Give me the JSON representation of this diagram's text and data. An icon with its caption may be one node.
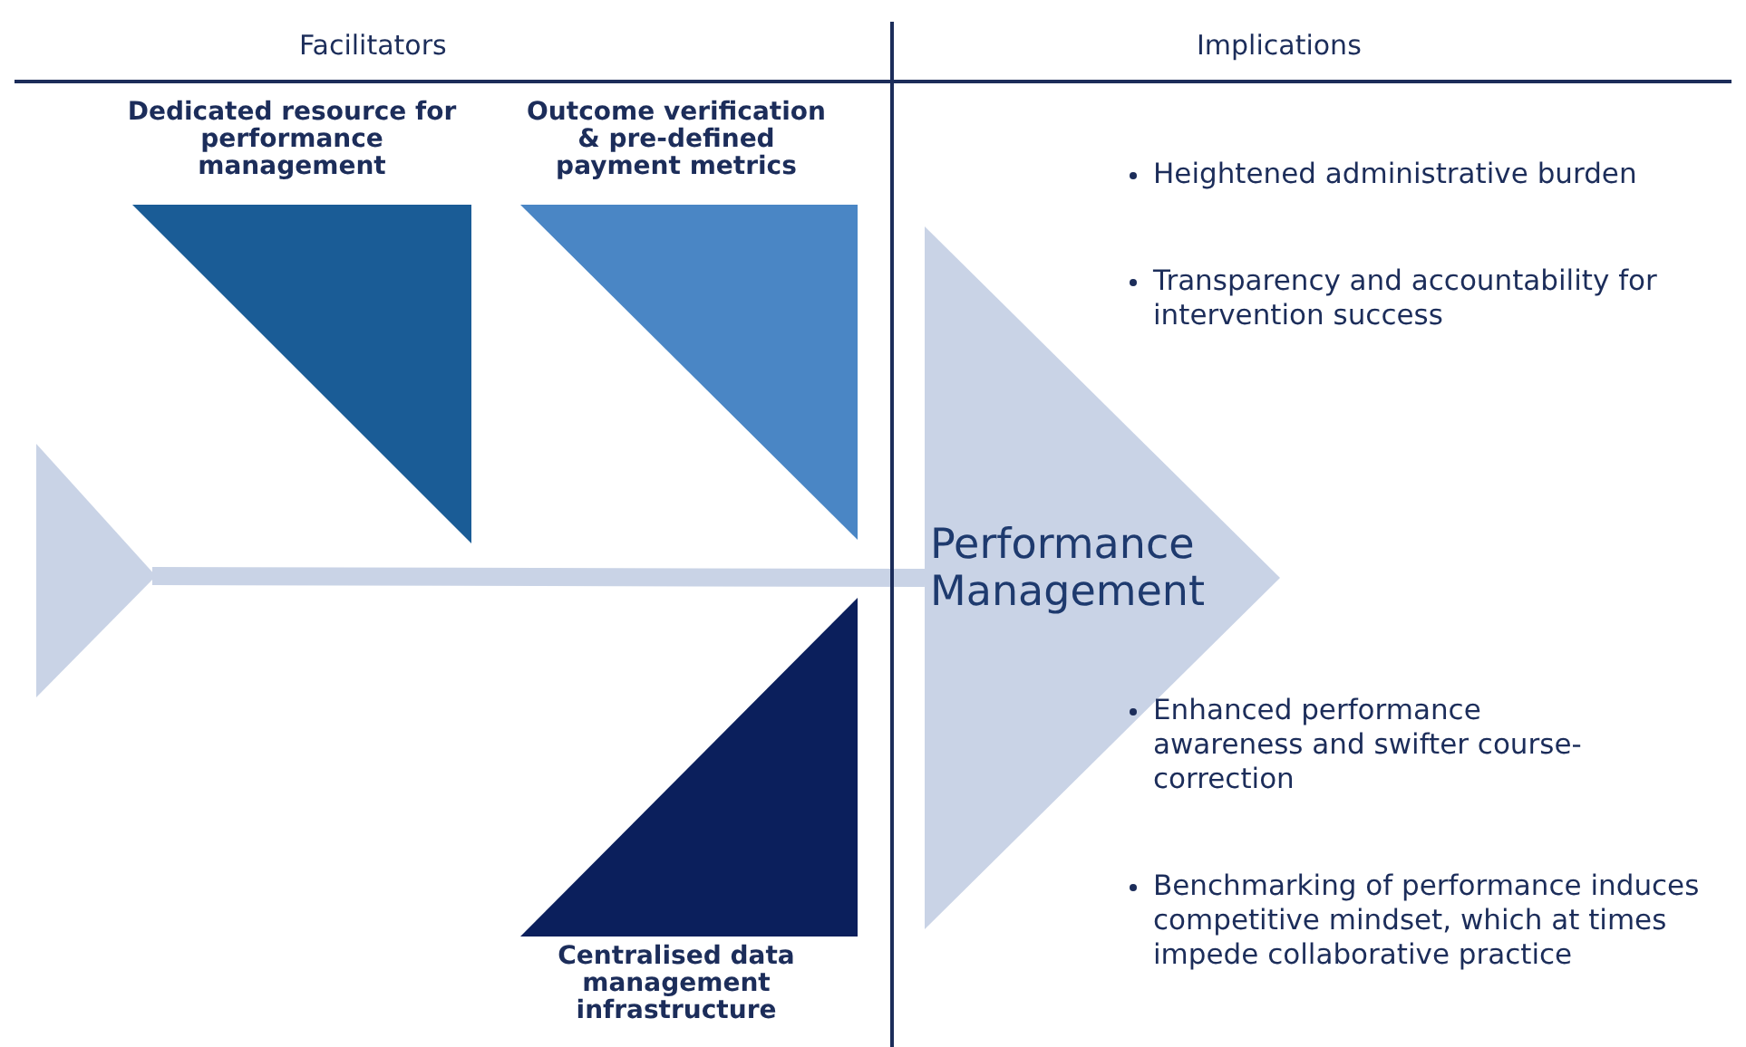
{
  "diagram": {
    "nodes": [
      {
        "text": [
          "Dedicated resource for performance management"
        ]
      },
      {
        "text": [
          "Outcome verification & pre-defined payment metrics"
        ]
      },
      {
        "text": [
          "Centralised data management infrastructure"
        ]
      },
      {
        "text": [
          "Performance Management"
        ]
      },
      {
        "text": [],
        "shape": "triangle"
      }
    ],
    "edges": [
      {
        "from": 4,
        "to": 3,
        "arrow": "none"
      }
    ],
    "labels": [
      "Facilitators",
      "Implications",
      "Heightened administrative burden",
      "Transparency and accountability for intervention success",
      "Enhanced performance awareness and swifter course-correction",
      "Benchmarking of performance induces competitive mindset, which at times impede collaborative practice"
    ]
  }
}
